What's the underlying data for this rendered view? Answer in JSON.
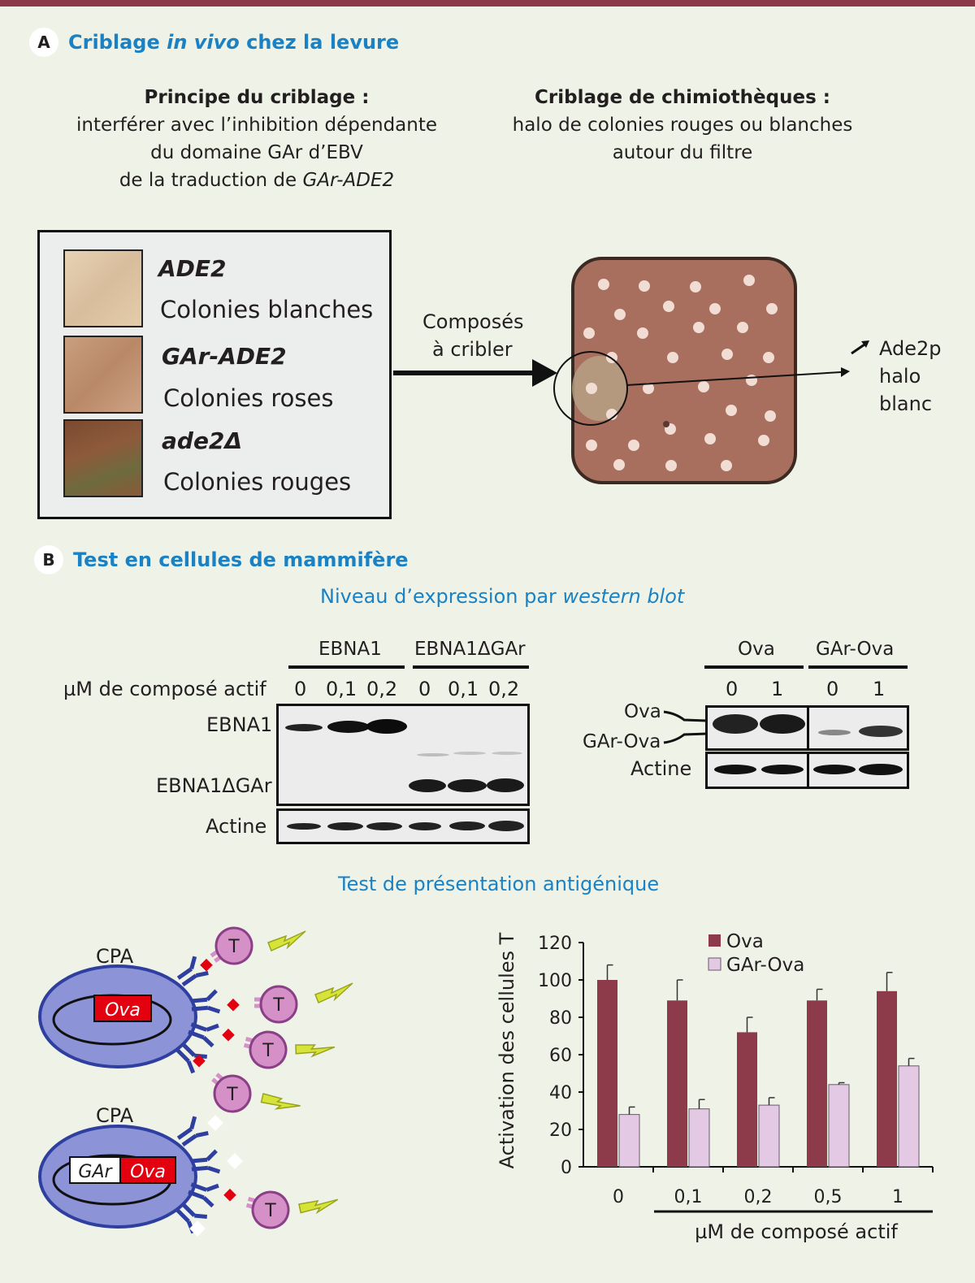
{
  "sectionA": {
    "badge": "A",
    "title_pre": "Criblage ",
    "title_italic": "in vivo",
    "title_post": " chez la levure",
    "principle_title": "Principe du criblage :",
    "principle_l1": "interférer avec l’inhibition dépendante",
    "principle_l2": "du domaine GAr d’EBV",
    "principle_l3_pre": "de la traduction de ",
    "principle_l3_italic": "GAr-ADE2",
    "screening_title": "Criblage de chimiothèques :",
    "screening_l1": "halo de colonies rouges ou blanches",
    "screening_l2": "autour du filtre",
    "legend": [
      {
        "gene": "ADE2",
        "phenotype": "Colonies blanches",
        "color": "#e0c8a8"
      },
      {
        "gene": "GAr-ADE2",
        "phenotype": "Colonies roses",
        "color": "#c99a78"
      },
      {
        "gene": "ade2Δ",
        "phenotype": "Colonies rouges",
        "color": "#8e5a3c"
      }
    ],
    "arrow_l1": "Composés",
    "arrow_l2": "à cribler",
    "halo_l1": "Ade2p",
    "halo_l2": "halo",
    "halo_l3": "blanc",
    "plate_color": "#a86f5e"
  },
  "sectionB": {
    "badge": "B",
    "title": "Test en cellules de mammifère",
    "western_pre": "Niveau d’expression par ",
    "western_italic": "western blot",
    "blot1": {
      "group1": "EBNA1",
      "group2": "EBNA1ΔGAr",
      "dose_label": "µM de composé actif",
      "doses": [
        "0",
        "0,1",
        "0,2",
        "0",
        "0,1",
        "0,2"
      ],
      "row1": "EBNA1",
      "row2": "EBNA1ΔGAr",
      "row3": "Actine"
    },
    "blot2": {
      "group1": "Ova",
      "group2": "GAr-Ova",
      "doses": [
        "0",
        "1",
        "0",
        "1"
      ],
      "row1": "Ova",
      "row2": "GAr-Ova",
      "row3": "Actine"
    },
    "antigen_title": "Test de présentation antigénique",
    "cpa1": "CPA",
    "cpa2": "CPA",
    "ova_box": "Ova",
    "gar_box": "GAr",
    "ova_box2": "Ova",
    "t_label": "T",
    "colors": {
      "cell": "#8c93d6",
      "receptor": "#2e3fa0",
      "tcell": "#d690c8",
      "antigen": "#e3000f",
      "lightning": "#d6e43a",
      "ova_bar": "#8d3a4a",
      "garova_bar": "#e3c9e3"
    }
  },
  "chart_data": {
    "type": "bar",
    "categories": [
      "0",
      "0,1",
      "0,2",
      "0,5",
      "1"
    ],
    "series": [
      {
        "name": "Ova",
        "values": [
          100,
          89,
          72,
          89,
          94
        ],
        "errors": [
          8,
          11,
          8,
          6,
          10
        ]
      },
      {
        "name": "GAr-Ova",
        "values": [
          28,
          31,
          33,
          44,
          54
        ],
        "errors": [
          4,
          5,
          4,
          1,
          4
        ]
      }
    ],
    "ylabel": "Activation des cellules T",
    "xlabel": "µM de composé actif",
    "yticks": [
      "0",
      "20",
      "40",
      "60",
      "80",
      "100",
      "120"
    ],
    "ylim": [
      0,
      120
    ],
    "legend": "top-right"
  }
}
